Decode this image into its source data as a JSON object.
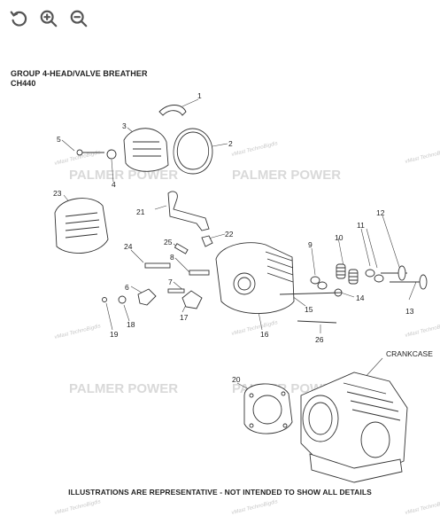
{
  "toolbar": {
    "icons": [
      "rotate-left-icon",
      "zoom-in-icon",
      "zoom-out-icon"
    ]
  },
  "header": {
    "title": "GROUP 4-HEAD/VALVE BREATHER",
    "model": "CH440"
  },
  "watermarks": [
    "PALMER POWER",
    "vMast TechnoBigdis"
  ],
  "callouts": [
    "1",
    "2",
    "3",
    "4",
    "5",
    "6",
    "7",
    "8",
    "9",
    "10",
    "11",
    "12",
    "13",
    "14",
    "15",
    "16",
    "17",
    "18",
    "19",
    "20",
    "21",
    "22",
    "23",
    "24",
    "25",
    "26"
  ],
  "crankcase_label": "CRANKCASE",
  "footer": {
    "disclaimer": "ILLUSTRATIONS ARE REPRESENTATIVE - NOT INTENDED TO SHOW ALL DETAILS"
  },
  "colors": {
    "line": "#333333",
    "watermark": "#d8d8d8",
    "icon": "#555555"
  }
}
